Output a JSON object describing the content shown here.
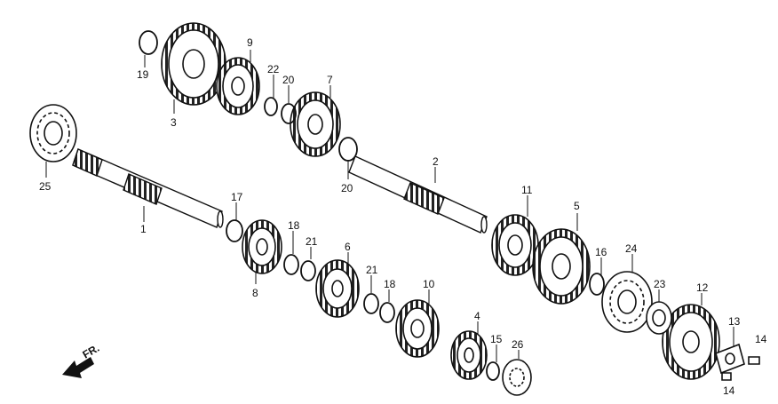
{
  "diagram": {
    "direction_label": "FR.",
    "callouts": {
      "p1": "1",
      "p2": "2",
      "p3": "3",
      "p4": "4",
      "p5": "5",
      "p6": "6",
      "p7": "7",
      "p8": "8",
      "p9": "9",
      "p10": "10",
      "p11": "11",
      "p12": "12",
      "p13": "13",
      "p14a": "14",
      "p14b": "14",
      "p15": "15",
      "p16": "16",
      "p17": "17",
      "p18a": "18",
      "p18b": "18",
      "p19": "19",
      "p20a": "20",
      "p20b": "20",
      "p21a": "21",
      "p21b": "21",
      "p22": "22",
      "p23": "23",
      "p24": "24",
      "p25": "25",
      "p26": "26"
    }
  }
}
